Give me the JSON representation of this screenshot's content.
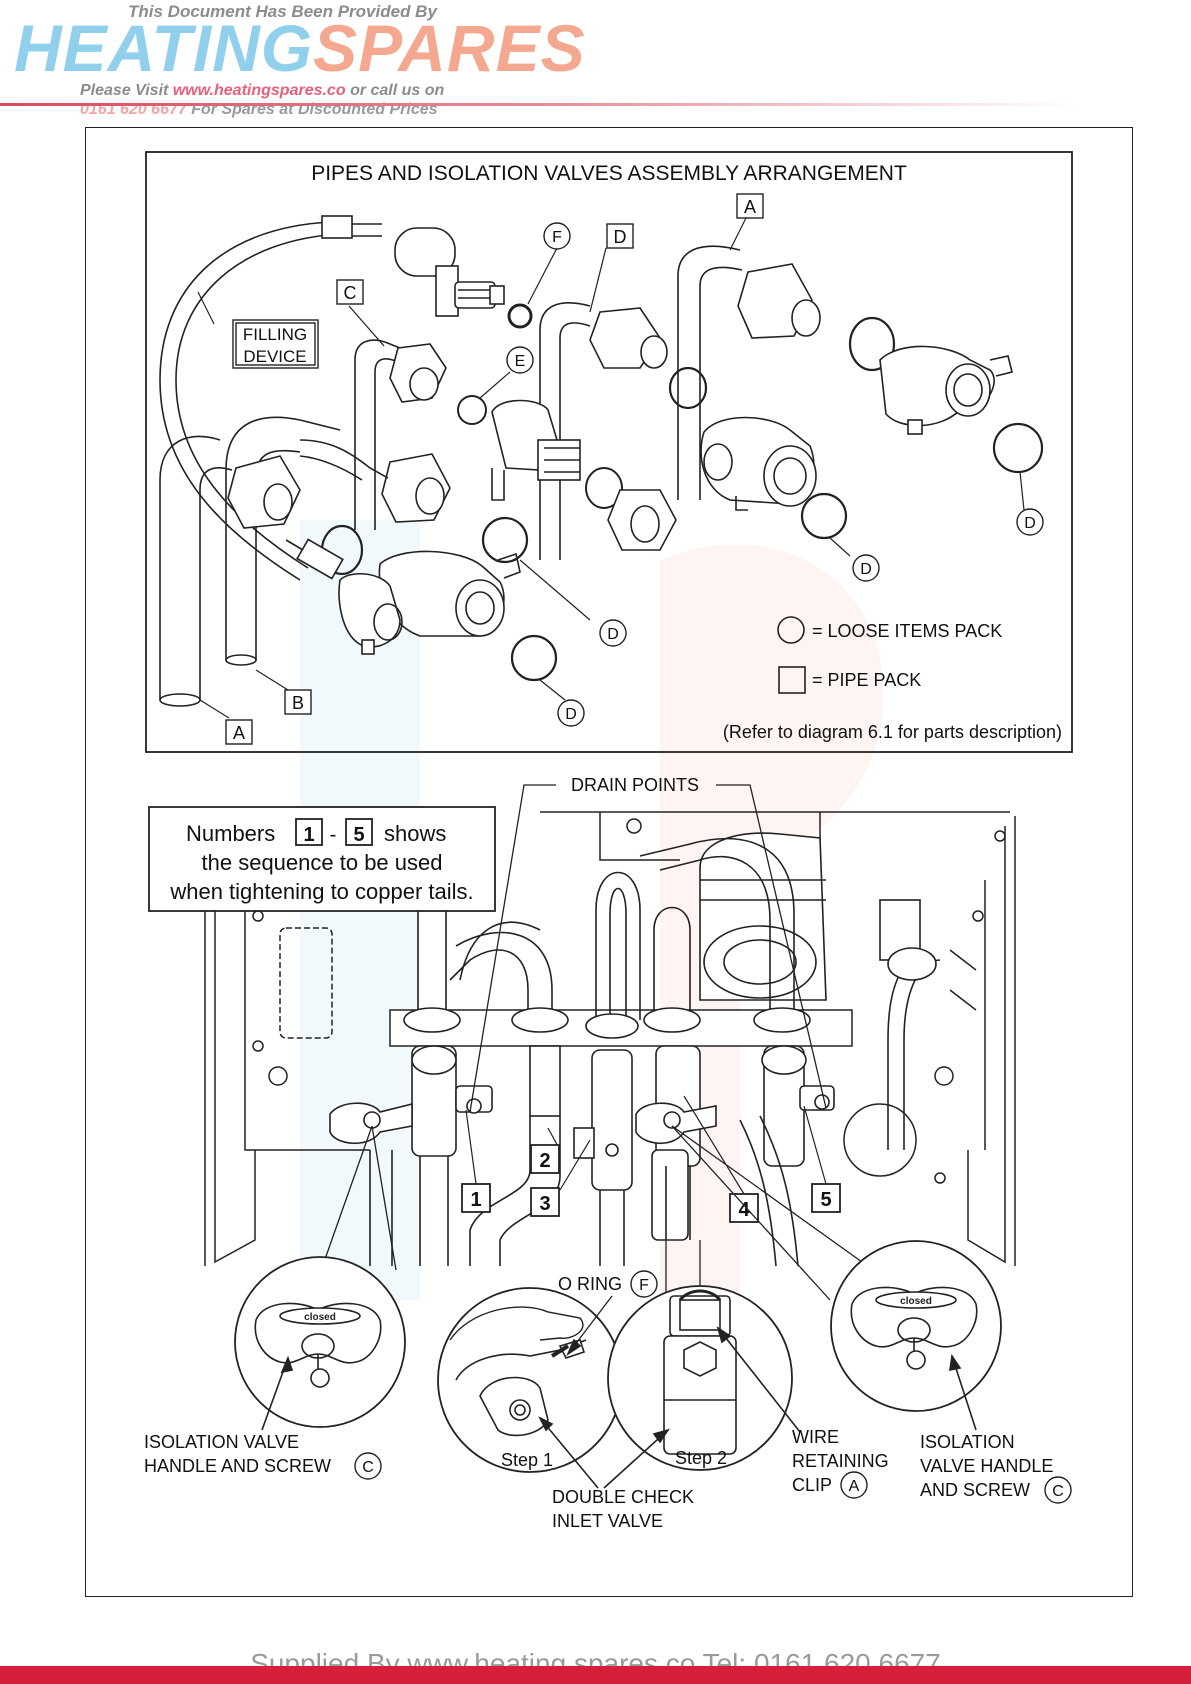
{
  "banner": {
    "top": "This Document Has Been Provided By",
    "logo_a": "HEATING",
    "logo_b": "SPARES",
    "visit_pre": "Please Visit",
    "visit_url": "www.heatingspares.co",
    "visit_post": "or call us on",
    "phone": "0161 620 6677",
    "phone_post": "For Spares at Discounted Prices"
  },
  "top_diagram": {
    "title": "PIPES AND ISOLATION VALVES ASSEMBLY ARRANGEMENT",
    "filling_line1": "FILLING",
    "filling_line2": "DEVICE",
    "legend_circle": "=  LOOSE ITEMS PACK",
    "legend_square": "=  PIPE PACK",
    "refer": "(Refer to diagram 6.1 for parts description)",
    "labels": {
      "a": "A",
      "b": "B",
      "c": "C",
      "d": "D",
      "e": "E",
      "f": "F"
    }
  },
  "bottom_diagram": {
    "drain_points": "DRAIN POINTS",
    "note_l1a": "Numbers",
    "note_n1": "1",
    "note_dash": "-",
    "note_n5": "5",
    "note_l1b": "shows",
    "note_l2": "the sequence to be used",
    "note_l3": "when tightening to copper tails.",
    "seq": [
      "1",
      "2",
      "3",
      "4",
      "5"
    ],
    "oring": "O RING",
    "oring_ref": "F",
    "step1": "Step 1",
    "step2": "Step 2",
    "iso_left_l1": "ISOLATION VALVE",
    "iso_left_l2": "HANDLE AND SCREW",
    "iso_left_ref": "C",
    "dciv_l1": "DOUBLE CHECK",
    "dciv_l2": "INLET VALVE",
    "wire_l1": "WIRE",
    "wire_l2": "RETAINING",
    "wire_l3": "CLIP",
    "wire_ref": "A",
    "iso_right_l1": "ISOLATION",
    "iso_right_l2": "VALVE HANDLE",
    "iso_right_l3": "AND SCREW",
    "iso_right_ref": "C",
    "handle_word": "closed"
  },
  "footer": "Supplied By www.heating spares.co  Tel: 0161 620 6677",
  "colors": {
    "accent": "#d61f3a",
    "line": "#222222"
  }
}
